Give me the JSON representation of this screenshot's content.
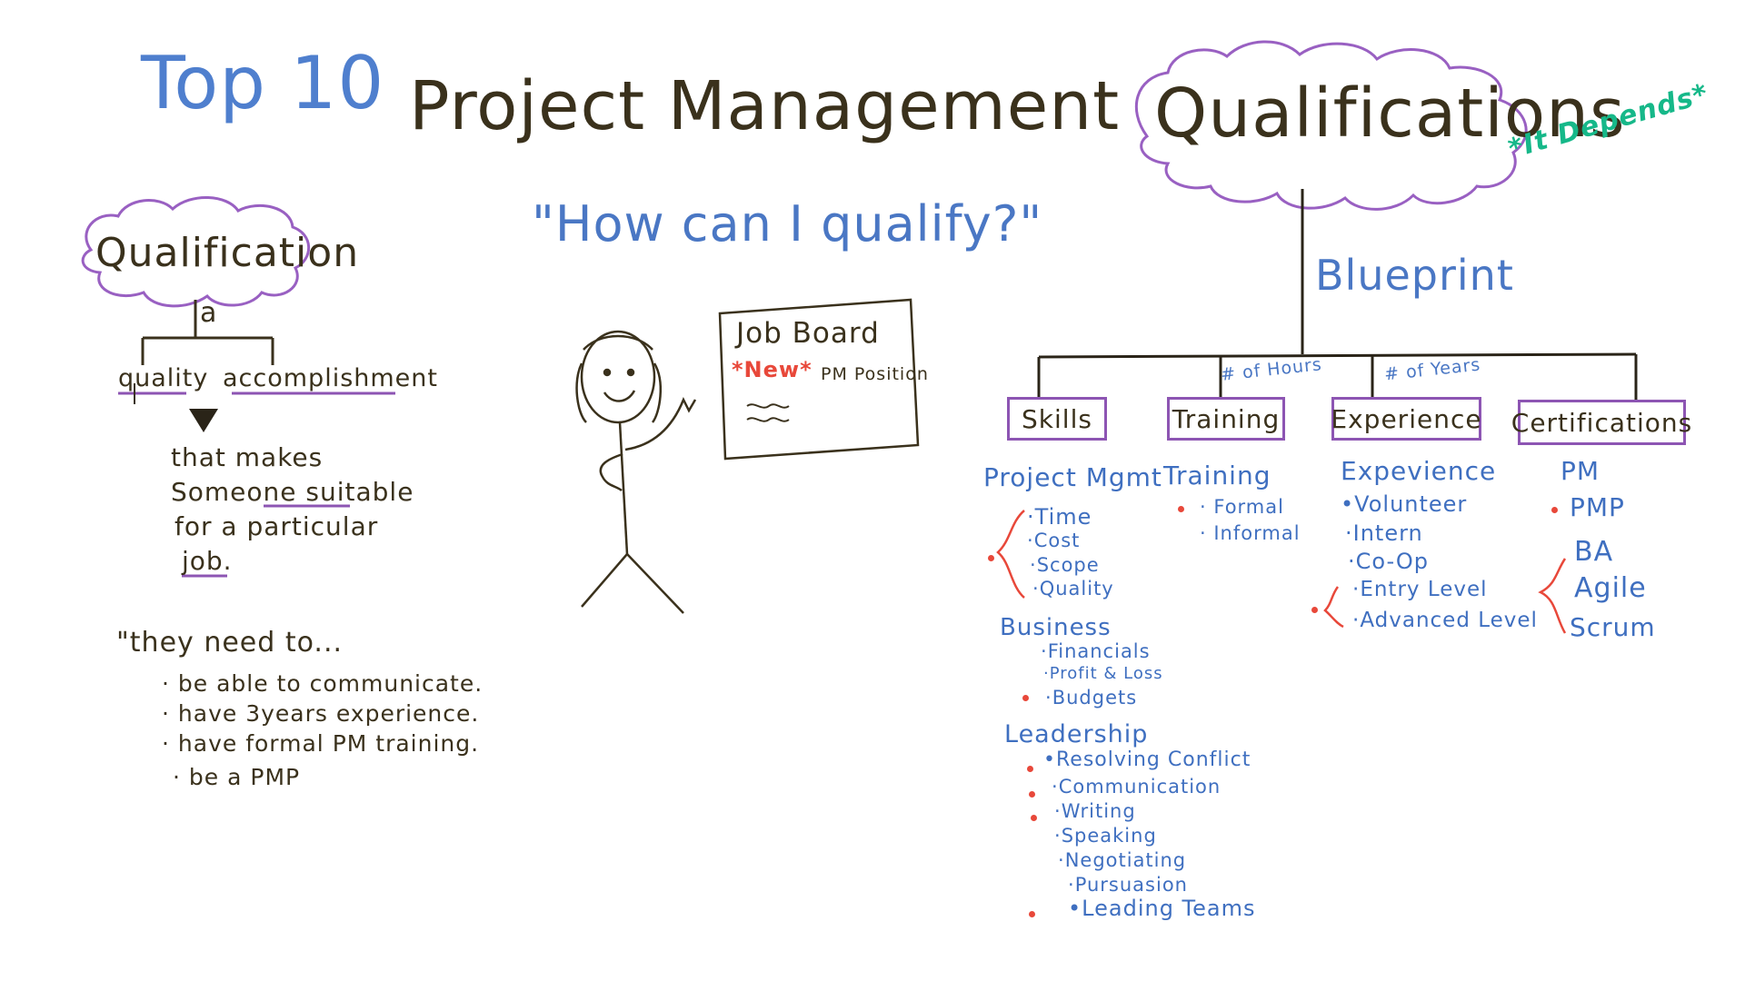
{
  "title": {
    "top": "Top 10",
    "middle": "Project Management",
    "end": "Qualifications"
  },
  "note": "*It Depends*",
  "question": "\"How can I qualify?\"",
  "definition": {
    "word": "Qualification",
    "article": "a",
    "parts": [
      "quality",
      "accomplishment"
    ],
    "lines": [
      "that makes",
      "Someone suitable",
      "for a particular",
      "job."
    ]
  },
  "needs": {
    "heading": "\"they need to...",
    "items": [
      "be able to communicate.",
      "have 3years experience.",
      "have formal PM training.",
      "be a PMP"
    ]
  },
  "job_board": {
    "title": "Job Board",
    "new_tag": "*New*",
    "position": "PM Position"
  },
  "blueprint": {
    "label": "Blueprint",
    "hours_label": "# of Hours",
    "years_label": "# of Years",
    "categories": [
      "Skills",
      "Training",
      "Experience",
      "Certifications"
    ]
  },
  "skills": {
    "project_mgmt": {
      "heading": "Project Mgmt",
      "items": [
        "Time",
        "Cost",
        "Scope",
        "Quality"
      ]
    },
    "business": {
      "heading": "Business",
      "items": [
        "Financials",
        "Profit & Loss",
        "Budgets"
      ]
    },
    "leadership": {
      "heading": "Leadership",
      "items": [
        "Resolving Conflict",
        "Communication",
        "Writing",
        "Speaking",
        "Negotiating",
        "Pursuasion",
        "Leading Teams"
      ]
    }
  },
  "training": {
    "heading": "Training",
    "items": [
      "Formal",
      "Informal"
    ]
  },
  "experience": {
    "heading": "Expevience",
    "items": [
      "Volunteer",
      "Intern",
      "Co-Op",
      "Entry Level",
      "Advanced Level"
    ]
  },
  "certifications": {
    "items": [
      "PM",
      "PMP",
      "BA",
      "Agile",
      "Scrum"
    ]
  },
  "colors": {
    "blue_marker": "#3f6fc0",
    "black_marker": "#3a311c",
    "purple_marker": "#8d55b3",
    "green_marker": "#16b889",
    "red_marker": "#e8483a"
  }
}
